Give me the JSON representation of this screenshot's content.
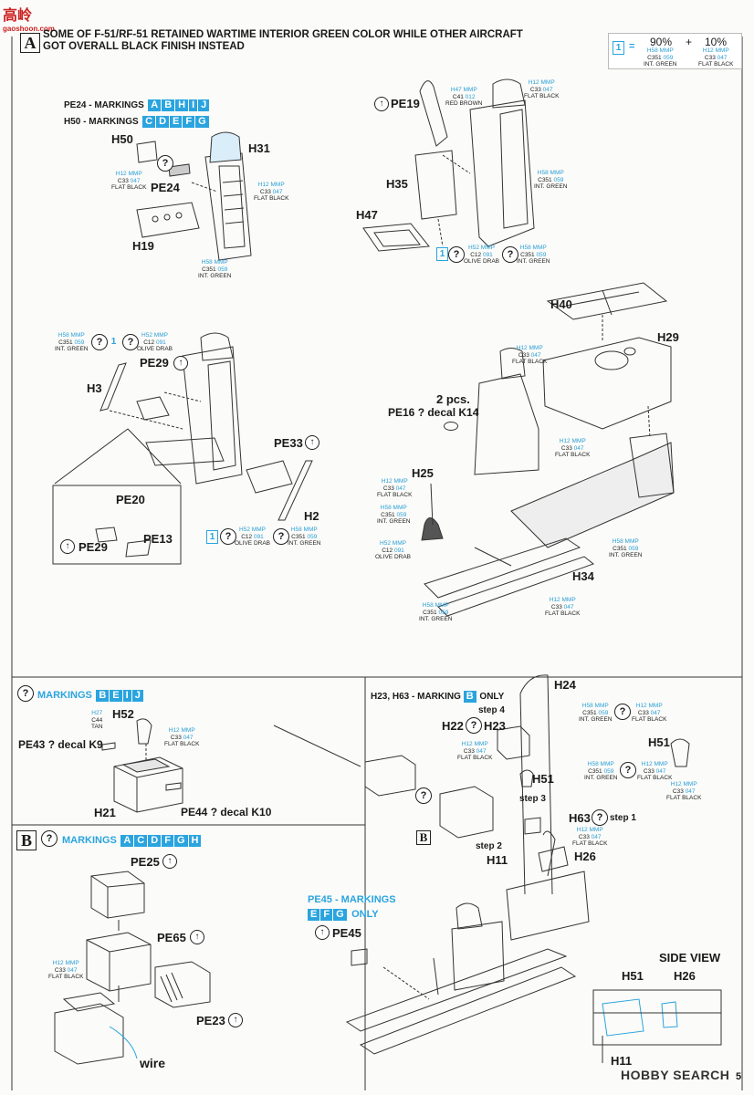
{
  "watermark": {
    "text": "高岭",
    "site": "gaoshoon.com"
  },
  "header": {
    "section_letter": "A",
    "note_line1": "SOME OF F-51/RF-51 RETAINED WARTIME INTERIOR GREEN COLOR WHILE OTHER AIRCRAFT",
    "note_line2": "GOT OVERALL BLACK FINISH INSTEAD",
    "mix": {
      "num": "1",
      "eq": "=",
      "p1": "90%",
      "plus": "+",
      "p2": "10%",
      "a": {
        "code": "H58",
        "mmp": "MMP",
        "c": "C351",
        "n": "059",
        "name": "INT. GREEN"
      },
      "b": {
        "code": "H12",
        "mmp": "MMP",
        "c": "C33",
        "n": "047",
        "name": "FLAT BLACK"
      }
    }
  },
  "markings": {
    "pe24": "PE24 - MARKINGS",
    "pe24_letters": [
      "A",
      "B",
      "H",
      "I",
      "J"
    ],
    "h50": "H50 - MARKINGS",
    "h50_letters": [
      "C",
      "D",
      "E",
      "F",
      "G"
    ],
    "mid": "MARKINGS",
    "mid_letters": [
      "B",
      "E",
      "I",
      "J"
    ],
    "b": "MARKINGS",
    "b_letters": [
      "A",
      "C",
      "D",
      "F",
      "G",
      "H"
    ],
    "h23": "H23, H63 - MARKING",
    "h23_letter": "B",
    "h23_only": "ONLY",
    "pe45": "PE45 - MARKINGS",
    "pe45_letters": [
      "E",
      "F",
      "G"
    ],
    "pe45_only": "ONLY"
  },
  "parts": {
    "h50": "H50",
    "h31": "H31",
    "pe24": "PE24",
    "h19": "H19",
    "pe19": "PE19",
    "h35": "H35",
    "h47": "H47",
    "h3": "H3",
    "pe29": "PE29",
    "pe33": "PE33",
    "h2": "H2",
    "pe20": "PE20",
    "pe13": "PE13",
    "pe29b": "PE29",
    "h40": "H40",
    "h29": "H29",
    "pe16": "PE16 ? decal K14",
    "two_pcs": "2 pcs.",
    "h25": "H25",
    "h34": "H34",
    "h52": "H52",
    "pe43": "PE43 ? decal K9",
    "h21": "H21",
    "pe44": "PE44 ? decal K10",
    "pe25": "PE25",
    "pe65": "PE65",
    "pe23": "PE23",
    "wire": "wire",
    "h24": "H24",
    "step4": "step 4",
    "h22": "H22",
    "h23": "H23",
    "h51a": "H51",
    "h51b": "H51",
    "step3": "step 3",
    "h63": "H63",
    "step1": "step 1",
    "step2": "step 2",
    "h11": "H11",
    "h26": "H26",
    "pe45": "PE45",
    "side_view": "SIDE VIEW",
    "sv_h51": "H51",
    "sv_h26": "H26",
    "sv_h11": "H11",
    "section_b": "B",
    "section_b_small": "B"
  },
  "paints": {
    "h12": {
      "code": "H12",
      "mmp": "MMP",
      "c": "C33",
      "n": "047",
      "name": "FLAT BLACK"
    },
    "h58": {
      "code": "H58",
      "mmp": "MMP",
      "c": "C351",
      "n": "059",
      "name": "INT. GREEN"
    },
    "h52": {
      "code": "H52",
      "mmp": "MMP",
      "c": "C12",
      "n": "091",
      "name": "OLIVE DRAB"
    },
    "h47": {
      "code": "H47",
      "mmp": "MMP",
      "c": "C41",
      "n": "012",
      "name": "RED BROWN"
    },
    "h27": {
      "code": "H27",
      "c": "C44",
      "name": "TAN"
    }
  },
  "footer": {
    "brand": "HOBBY SEARCH",
    "page": "5"
  }
}
